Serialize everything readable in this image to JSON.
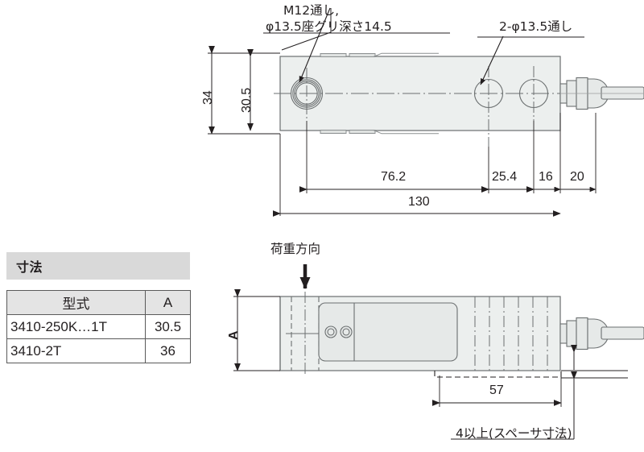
{
  "drawing": {
    "title": "Load cell dimensional drawing",
    "top_view": {
      "callouts": [
        {
          "name": "m12-callout",
          "line1": "M12通し,",
          "line2": "φ13.5座グリ深さ14.5"
        },
        {
          "name": "phi13-callout",
          "text": "2-φ13.5通し"
        }
      ],
      "dimensions": {
        "height_overall": "34",
        "height_inner": "30.5",
        "len_a": "76.2",
        "len_b": "25.4",
        "len_c": "16",
        "len_d": "20",
        "len_total": "130"
      }
    },
    "side_view": {
      "load_direction_label": "荷重方向",
      "height_label": "A",
      "dimensions": {
        "len_e": "57"
      },
      "note": "4以上(スペーサ寸法)"
    }
  },
  "table": {
    "heading": "寸法",
    "columns": [
      "型式",
      "A"
    ],
    "rows": [
      [
        "3410-250K…1T",
        "30.5"
      ],
      [
        "3410-2T",
        "36"
      ]
    ]
  },
  "colors": {
    "body_fill": "#ecefee",
    "outline": "#6b6f70",
    "dim_line": "#231f20",
    "panel_bg": "#d9d9d9",
    "header_bg": "#e4e4e4"
  }
}
